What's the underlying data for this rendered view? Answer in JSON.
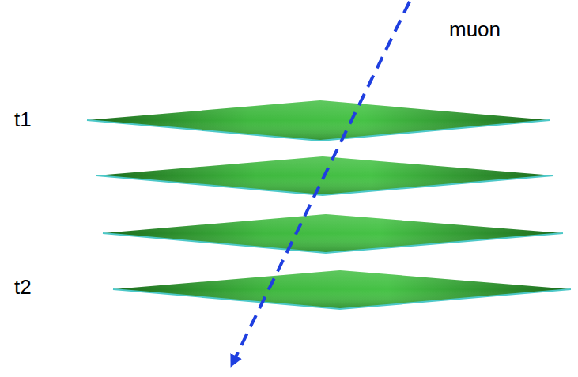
{
  "diagram": {
    "labels": [
      "muon",
      "t1",
      "t2"
    ]
  }
}
